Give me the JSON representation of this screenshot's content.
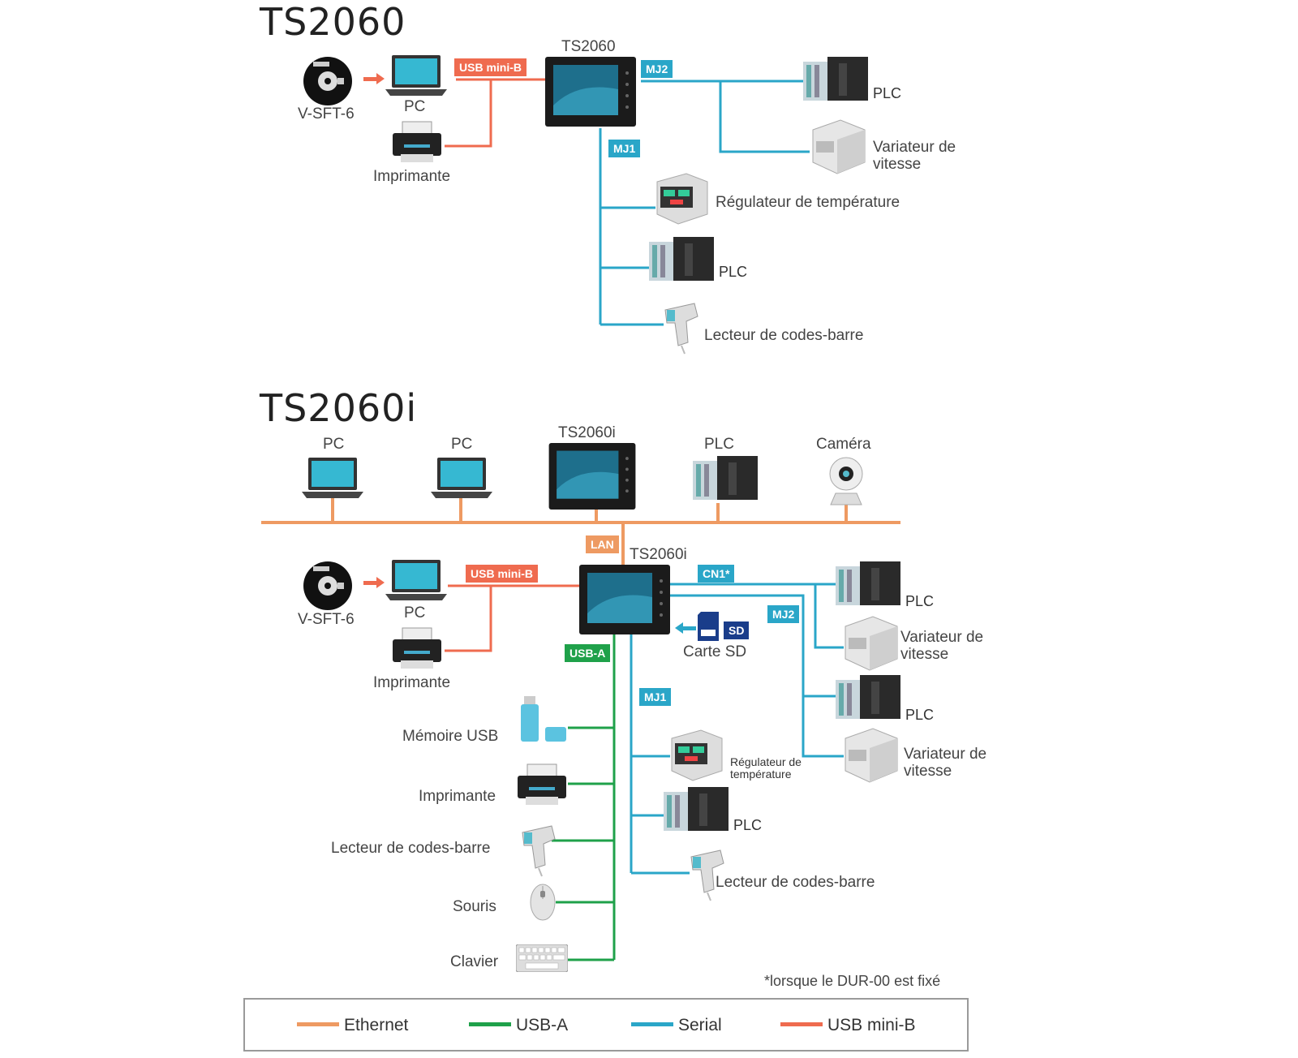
{
  "top": {
    "title": "TS2060",
    "hmi_label": "TS2060",
    "software": "V-SFT-6",
    "pc": "PC",
    "printer": "Imprimante",
    "ports": {
      "usb": "USB mini-B",
      "mj2": "MJ2",
      "mj1": "MJ1"
    },
    "devices": {
      "plc_mj2": "PLC",
      "inverter_mj2": "Variateur de vitesse",
      "temp_controller": "Régulateur de température",
      "plc_mj1": "PLC",
      "barcode": "Lecteur de codes-barre"
    }
  },
  "bottom": {
    "title": "TS2060i",
    "lan_devices": {
      "pc1": "PC",
      "pc2": "PC",
      "hmi": "TS2060i",
      "plc": "PLC",
      "camera": "Caméra"
    },
    "hmi_label": "TS2060i",
    "software": "V-SFT-6",
    "pc": "PC",
    "printer": "Imprimante",
    "ports": {
      "lan": "LAN",
      "usb": "USB mini-B",
      "cn1": "CN1*",
      "mj2": "MJ2",
      "usba": "USB-A",
      "mj1": "MJ1",
      "sd": "SD"
    },
    "sd_card": "Carte SD",
    "cn1_devices": {
      "plc": "PLC",
      "inverter": "Variateur de vitesse"
    },
    "mj2_devices": {
      "plc": "PLC",
      "inverter": "Variateur de vitesse"
    },
    "usb_devices": {
      "memory": "Mémoire USB",
      "printer": "Imprimante",
      "barcode": "Lecteur de codes-barre",
      "mouse": "Souris",
      "keyboard": "Clavier"
    },
    "mj1_devices": {
      "temp_controller": "Régulateur de température",
      "plc": "PLC",
      "barcode": "Lecteur de codes-barre"
    },
    "footnote": "*lorsque le DUR-00 est fixé"
  },
  "legend": [
    {
      "label": "Ethernet",
      "color": "#ee9a62"
    },
    {
      "label": "USB-A",
      "color": "#1fa14a"
    },
    {
      "label": "Serial",
      "color": "#2aa6c8"
    },
    {
      "label": "USB mini-B",
      "color": "#ef6b4f"
    }
  ],
  "icons": [
    "cd-icon",
    "laptop-icon",
    "printer-icon",
    "hmi-panel-icon",
    "plc-icon",
    "inverter-icon",
    "temperature-controller-icon",
    "barcode-scanner-icon",
    "camera-icon",
    "usb-memory-icon",
    "sd-card-icon",
    "mouse-icon",
    "keyboard-icon"
  ]
}
